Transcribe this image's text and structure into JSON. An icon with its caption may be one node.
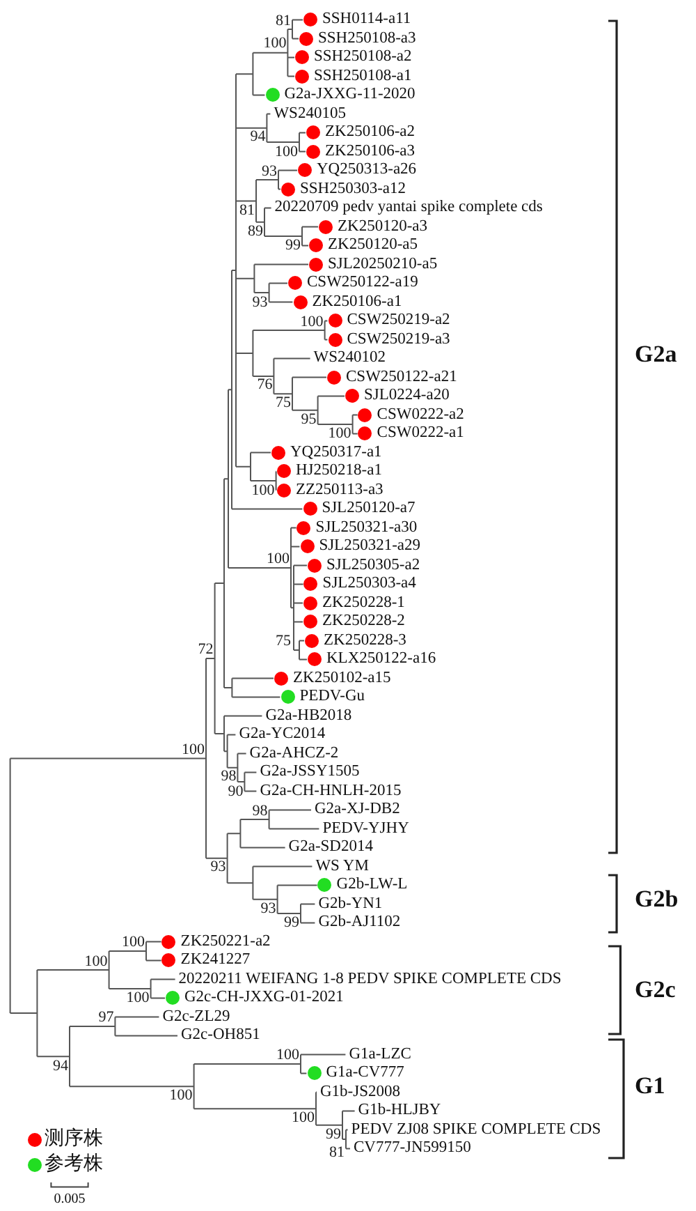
{
  "diagram": {
    "labels": [
      "81",
      "SSH0114-a11",
      "SSH250108-a3",
      "100",
      "SSH250108-a2",
      "SSH250108-a1",
      "G2a-JXXG-11-2020",
      "WS240105",
      "ZK250106-a2",
      "94",
      "100",
      "ZK250106-a3",
      "93",
      "YQ250313-a26",
      "SSH250303-a12",
      "81",
      "20220709 pedv yantai spike complete cds",
      "ZK250120-a3",
      "89",
      "99",
      "ZK250120-a5",
      "SJL20250210-a5",
      "CSW250122-a19",
      "93",
      "ZK250106-a1",
      "100",
      "CSW250219-a2",
      "CSW250219-a3",
      "WS240102",
      "G2a",
      "CSW250122-a21",
      "76",
      "SJL0224-a20",
      "75",
      "CSW0222-a2",
      "95",
      "100",
      "CSW0222-a1",
      "YQ250317-a1",
      "HJ250218-a1",
      "100",
      "ZZ250113-a3",
      "SJL250120-a7",
      "SJL250321-a30",
      "SJL250321-a29",
      "100",
      "SJL250305-a2",
      "SJL250303-a4",
      "ZK250228-1",
      "ZK250228-2",
      "75",
      "ZK250228-3",
      "72",
      "KLX250122-a16",
      "ZK250102-a15",
      "PEDV-Gu",
      "G2a-HB2018",
      "G2a-YC2014",
      "100",
      "G2a-AHCZ-2",
      "G2a-JSSY1505",
      "98",
      "90",
      "G2a-CH-HNLH-2015",
      "98",
      "G2a-XJ-DB2",
      "PEDV-YJHY",
      "G2a-SD2014",
      "93",
      "WS YM",
      "G2b-LW-L",
      "G2b-YN1",
      "G2b",
      "93",
      "99",
      "G2b-AJ1102",
      "100",
      "ZK250221-a2",
      "100",
      "ZK241227",
      "20220211 WEIFANG 1-8 PEDV SPIKE COMPLETE CDS",
      "G2c",
      "100",
      "G2c-CH-JXXG-01-2021",
      "97",
      "G2c-ZL29",
      "G2c-OH851",
      "100",
      "G1a-LZC",
      "94",
      "G1a-CV777",
      "100",
      "G1b-JS2008",
      "G1",
      "G1b-HLJBY",
      "100",
      "PEDV ZJ08 SPIKE COMPLETE CDS",
      "99",
      "CV777-JN599150",
      "81",
      "0.005"
    ],
    "legend": [
      {
        "text": "测序株",
        "color": "#ff0000"
      },
      {
        "text": "参考株",
        "color": "#22dd22"
      }
    ]
  }
}
